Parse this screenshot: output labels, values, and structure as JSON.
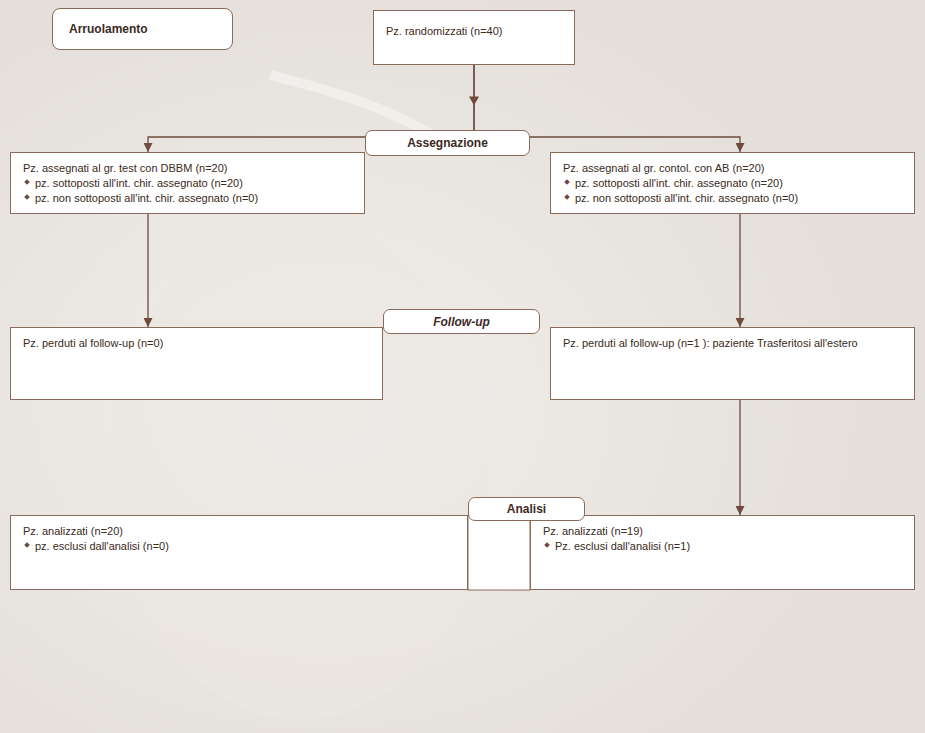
{
  "diagram": {
    "nodes": [
      {
        "text": [
          "Arruolamento"
        ]
      },
      {
        "text": [
          "Pz. randomizzati (n=40)"
        ]
      },
      {
        "text": [
          "Assegnazione"
        ]
      },
      {
        "text": [
          "Pz. assegnati al gr. test con DBBM (n=20)",
          "pz. sottoposti all'int. chir. assegnato (n=20)",
          "pz. non sottoposti all'int. chir. assegnato (n=0)"
        ]
      },
      {
        "text": [
          "Pz. assegnati al gr. contol. con AB (n=20)",
          "pz. sottoposti all'int. chir. assegnato (n=20)",
          "pz. non sottoposti all'int. chir. assegnato (n=0)"
        ]
      },
      {
        "text": [
          "Follow-up"
        ]
      },
      {
        "text": [
          "Pz. perduti al follow-up (n=0)"
        ]
      },
      {
        "text": [
          "Pz. perduti al follow-up (n=1 ): paziente Trasferitosi all'estero"
        ]
      },
      {
        "text": [
          "Analisi"
        ]
      },
      {
        "text": [
          "Pz. analizzati (n=20)",
          "pz. esclusi dall'analisi (n=0)"
        ]
      },
      {
        "text": [
          "Pz. analizzati (n=19)",
          "Pz. esclusi dall'analisi (n=1)"
        ]
      }
    ],
    "edges": [
      {
        "from": 1,
        "to": 3,
        "arrow": "to"
      },
      {
        "from": 1,
        "to": 4,
        "arrow": "to"
      },
      {
        "from": 3,
        "to": 6,
        "arrow": "to"
      },
      {
        "from": 4,
        "to": 7,
        "arrow": "to"
      },
      {
        "from": 7,
        "to": 10,
        "arrow": "to"
      }
    ]
  }
}
